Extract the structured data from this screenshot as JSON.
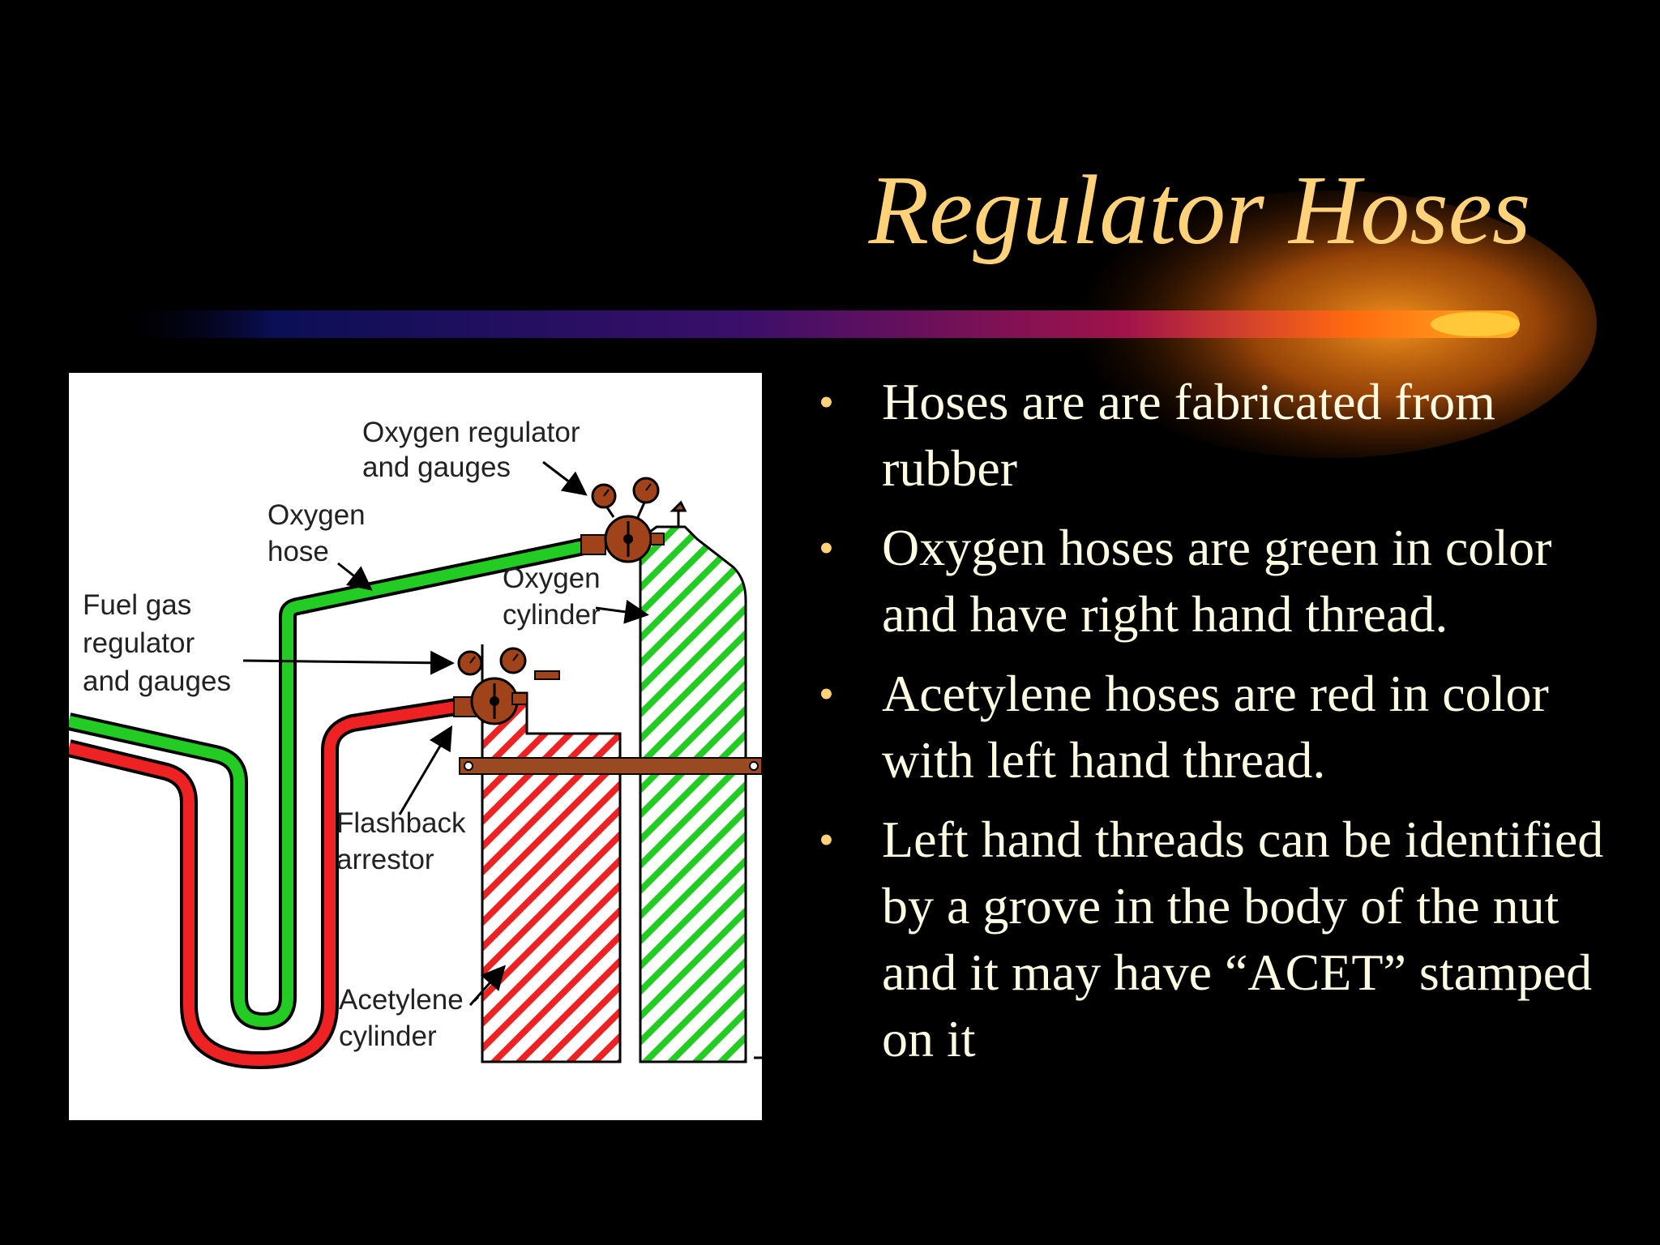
{
  "slide": {
    "title": "Regulator Hoses",
    "bullet_glyph": "•",
    "bullets": [
      "Hoses are are fabricated from rubber",
      "Oxygen hoses are green in color and have right hand thread.",
      "Acetylene hoses are red in color with left hand thread.",
      "Left hand threads can be identified by a grove in the body of the nut and it may have “ACET” stamped on it"
    ]
  },
  "diagram": {
    "labels": {
      "oxygen_regulator_line1": "Oxygen regulator",
      "oxygen_regulator_line2": "and gauges",
      "oxygen_hose_line1": "Oxygen",
      "oxygen_hose_line2": "hose",
      "oxygen_cylinder_line1": "Oxygen",
      "oxygen_cylinder_line2": "cylinder",
      "fuel_gas_line1": "Fuel gas",
      "fuel_gas_line2": "regulator",
      "fuel_gas_line3": "and gauges",
      "flashback_line1": "Flashback",
      "flashback_line2": "arrestor",
      "acetylene_cylinder_line1": "Acetylene",
      "acetylene_cylinder_line2": "cylinder"
    },
    "colors": {
      "oxygen_hose": "#22cc22",
      "acetylene_hose": "#ee2222",
      "regulator": "#a0421a",
      "bar": "#9a4a22"
    }
  },
  "theme": {
    "title_color": "#ffd27a",
    "text_color": "#fffbe2",
    "background": "#000000"
  }
}
